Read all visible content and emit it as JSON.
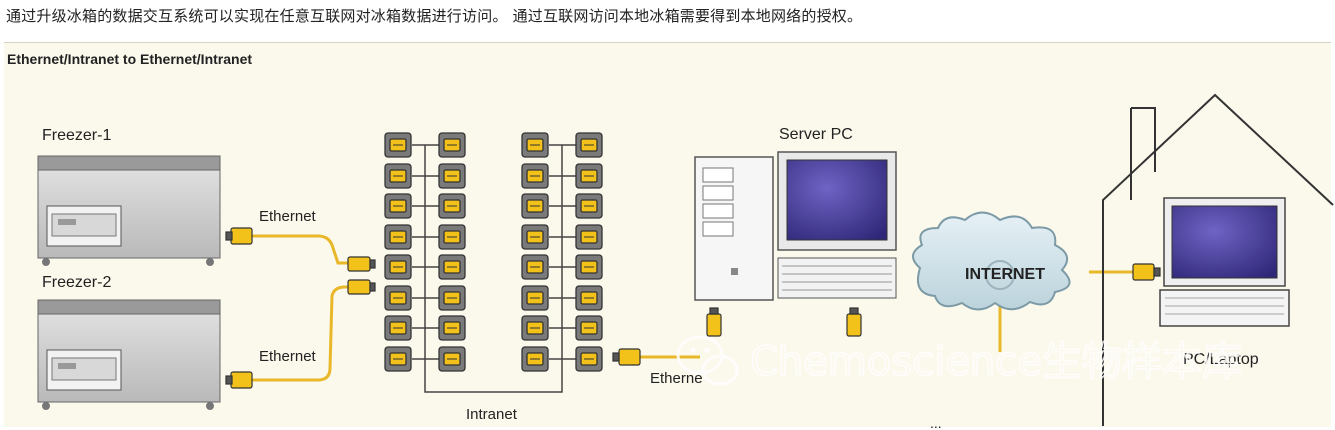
{
  "caption": "通过升级冰箱的数据交互系统可以实现在任意互联网对冰箱数据进行访问。 通过互联网访问本地冰箱需要得到本地网络的授权。",
  "diagram": {
    "title": "Ethernet/Intranet to Ethernet/Intranet",
    "freezer1": "Freezer-1",
    "freezer2": "Freezer-2",
    "ethernet1": "Ethernet",
    "ethernet2": "Ethernet",
    "ethernet3": "Etherne",
    "intranet": "Intranet",
    "server": "Server PC",
    "internet": "INTERNET",
    "laptop": "PC/Laptop",
    "bottom_partial": "...",
    "watermark": "Chemoscience生物样本库"
  },
  "colors": {
    "cable": "#e8b828",
    "connector": "#f2c21a",
    "screen": "#4a3f9c",
    "panel": "#fbf8ec"
  }
}
